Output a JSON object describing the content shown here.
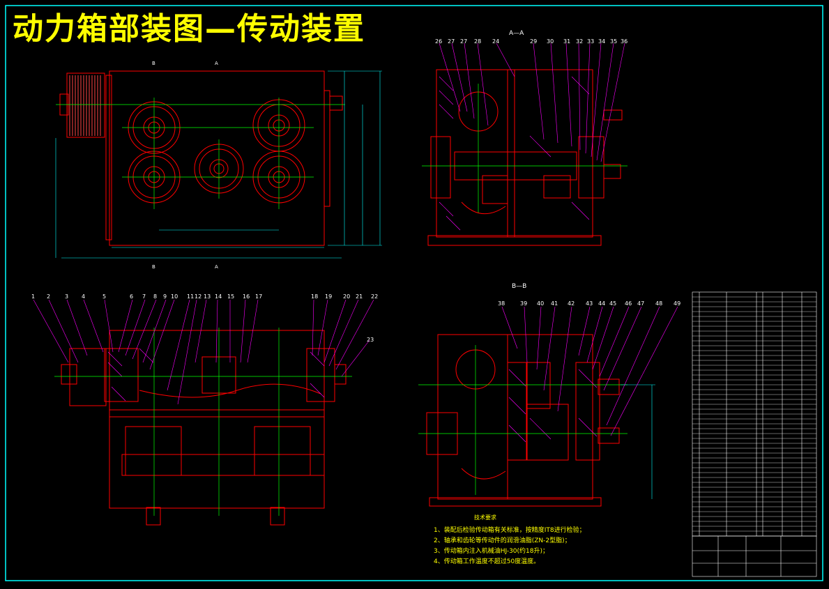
{
  "title": "动力箱部装图—传动装置",
  "section_labels": {
    "top_right": "A—A",
    "bottom_right": "B—B",
    "view_marks": [
      "B",
      "A",
      "B",
      "A"
    ]
  },
  "callouts": {
    "top_right": [
      "26",
      "27",
      "27",
      "28",
      "24",
      "29",
      "30",
      "31",
      "32",
      "33",
      "34",
      "35",
      "36"
    ],
    "bottom_left": [
      "1",
      "2",
      "3",
      "4",
      "5",
      "6",
      "7",
      "8",
      "9",
      "10",
      "11",
      "12",
      "13",
      "14",
      "15",
      "16",
      "17",
      "18",
      "19",
      "20",
      "21",
      "22",
      "23"
    ],
    "bottom_right": [
      "38",
      "39",
      "40",
      "41",
      "42",
      "43",
      "44",
      "45",
      "46",
      "47",
      "48",
      "49"
    ]
  },
  "tech_notes": {
    "title": "技术要求",
    "items": [
      "1、装配后检验传动箱有关标准，按精度IT8进行检验；",
      "2、轴承和齿轮等传动件的润滑油脂(ZN-2型脂)；",
      "3、传动箱内注入机械油HJ-30(约18升)；",
      "4、传动箱工作温度不超过50度温度。"
    ]
  },
  "colors": {
    "background": "#000000",
    "outline": "#ff0000",
    "centerline": "#00ff00",
    "dimension": "#00ffff",
    "callout": "#ff00ff",
    "highlight": "#ffff00",
    "border": "#00ffff"
  }
}
